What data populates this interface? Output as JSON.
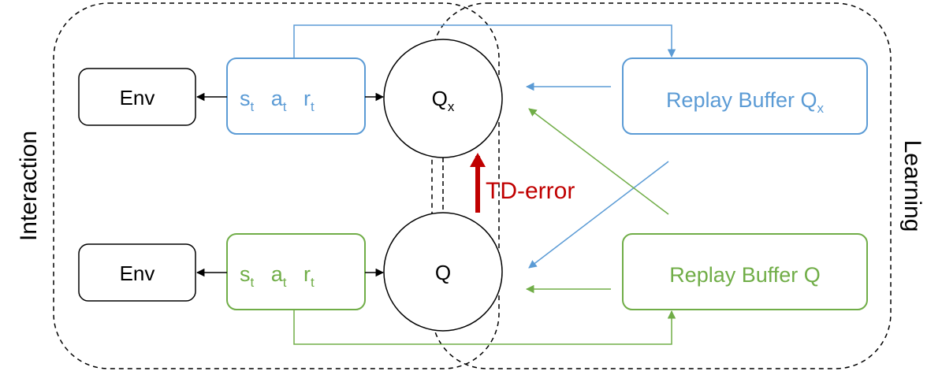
{
  "colors": {
    "blue": "#5b9bd5",
    "green": "#70ad47",
    "red": "#c00000",
    "black": "#000000"
  },
  "regions": {
    "interaction_label": "Interaction",
    "learning_label": "Learning"
  },
  "top_row": {
    "env_label": "Env",
    "tuple": {
      "s": "s",
      "a": "a",
      "r": "r",
      "sub": "t"
    },
    "q_label": "Q",
    "q_sub": "x",
    "buffer_label": "Replay Buffer Q",
    "buffer_sub": "x"
  },
  "bottom_row": {
    "env_label": "Env",
    "tuple": {
      "s": "s",
      "a": "a",
      "r": "r",
      "sub": "t"
    },
    "q_label": "Q",
    "buffer_label": "Replay Buffer Q"
  },
  "td_error_label": "TD-error"
}
